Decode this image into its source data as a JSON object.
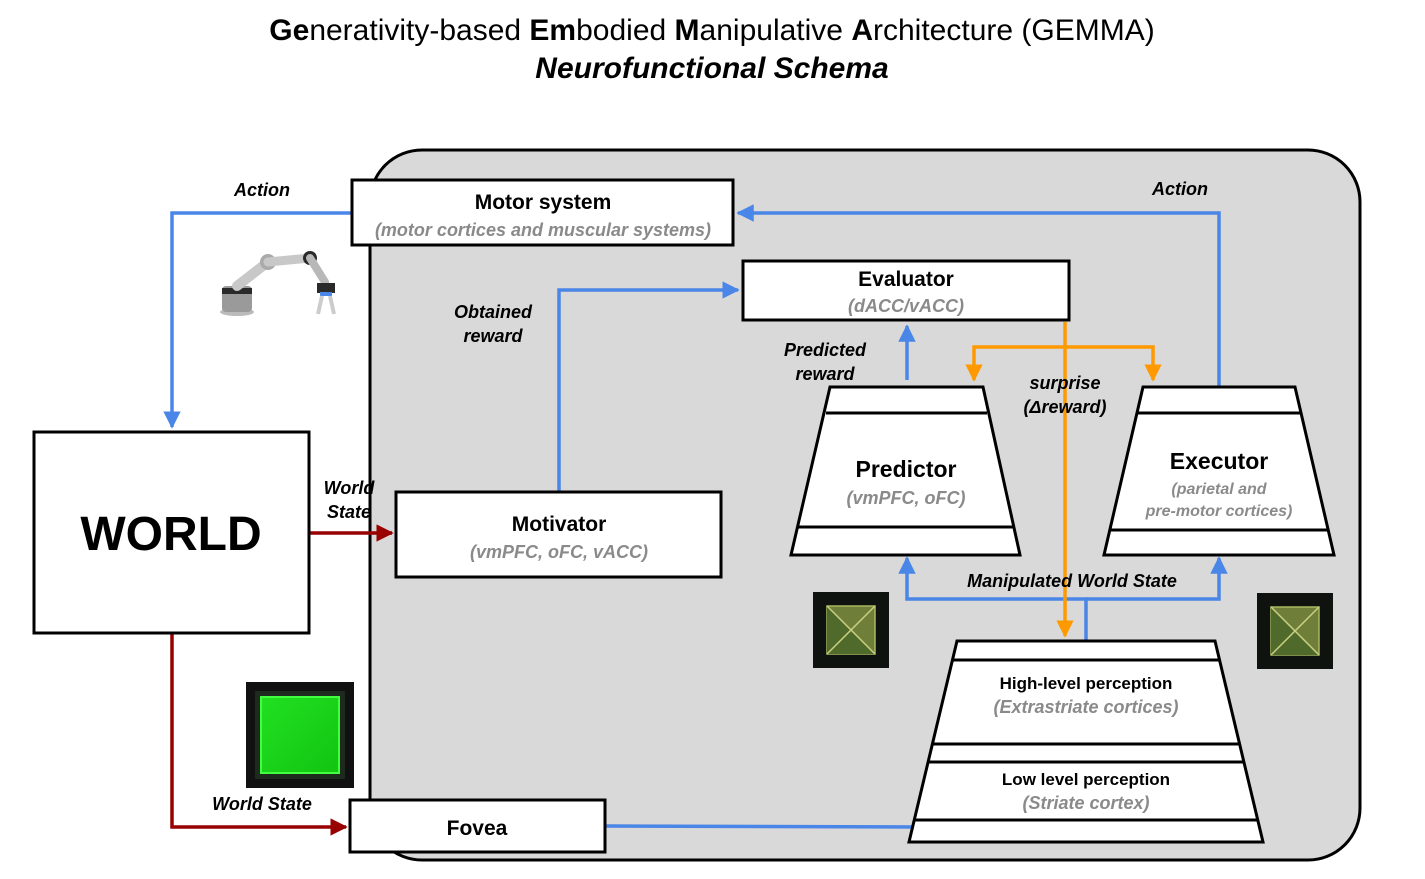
{
  "title": {
    "parts": [
      {
        "text": "Ge",
        "bold": true
      },
      {
        "text": "nerativity-based ",
        "bold": false
      },
      {
        "text": "Em",
        "bold": true
      },
      {
        "text": "bodied ",
        "bold": false
      },
      {
        "text": "M",
        "bold": true
      },
      {
        "text": "anipulative ",
        "bold": false
      },
      {
        "text": "A",
        "bold": true
      },
      {
        "text": "rchitecture (GEMMA)",
        "bold": false
      }
    ],
    "subtitle": "Neurofunctional Schema"
  },
  "nodes": {
    "world": {
      "label": "WORLD"
    },
    "motor": {
      "label": "Motor system",
      "sub": "(motor cortices and muscular systems)"
    },
    "evaluator": {
      "label": "Evaluator",
      "sub": "(dACC/vACC)"
    },
    "motivator": {
      "label": "Motivator",
      "sub": "(vmPFC, oFC, vACC)"
    },
    "predictor": {
      "label": "Predictor",
      "sub": "(vmPFC, oFC)"
    },
    "executor": {
      "label": "Executor",
      "sub_line1": "(parietal and",
      "sub_line2": "pre-motor cortices)"
    },
    "high_perception": {
      "label": "High-level perception",
      "sub": "(Extrastriate cortices)"
    },
    "low_perception": {
      "label": "Low level perception",
      "sub": "(Striate cortex)"
    },
    "fovea": {
      "label": "Fovea"
    }
  },
  "edge_labels": {
    "action_left": "Action",
    "action_right": "Action",
    "obtained_reward_line1": "Obtained",
    "obtained_reward_line2": "reward",
    "predicted_reward_line1": "Predicted",
    "predicted_reward_line2": "reward",
    "surprise_line1": "surprise",
    "surprise_line2": "(Δreward)",
    "world_state_motivator_line1": "World",
    "world_state_motivator_line2": "State",
    "world_state_fovea": "World State",
    "manipulated_world_state": "Manipulated World State"
  },
  "colors": {
    "brain_panel": "#d9d9d9",
    "blue_arrow": "#4a86e8",
    "red_arrow": "#990000",
    "orange_arrow": "#ff9900",
    "subtext_gray": "#8a8a8a"
  },
  "icons": [
    "robot-arm-icon",
    "green-square-stimulus-icon",
    "manipulated-square-stimulus-icon"
  ]
}
